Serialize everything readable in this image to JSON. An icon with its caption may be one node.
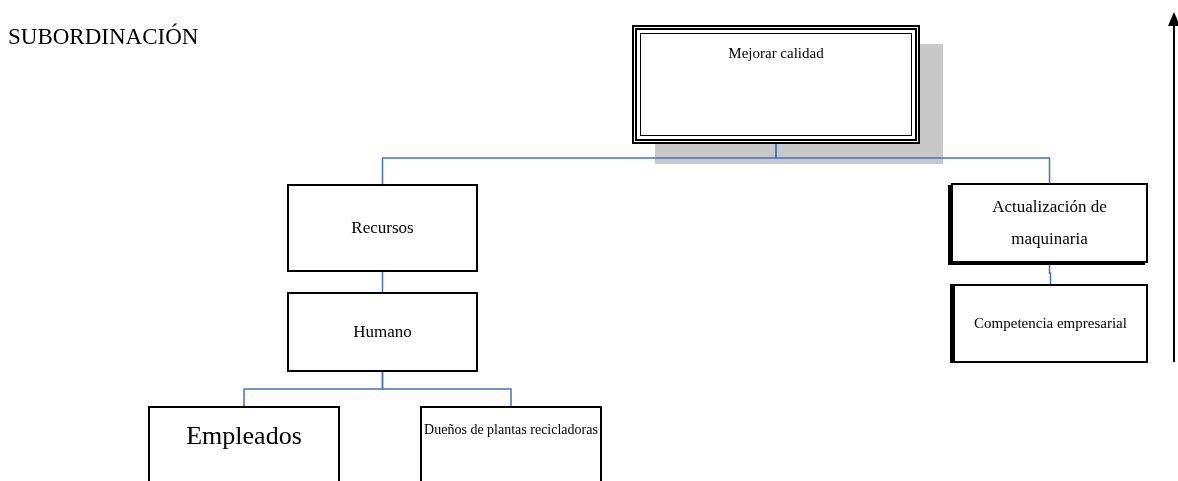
{
  "diagram": {
    "title": "SUBORDINACIÓN",
    "nodes": [
      {
        "text": [
          "Mejorar calidad"
        ]
      },
      {
        "text": [
          "Recursos"
        ]
      },
      {
        "text": [
          "Humano"
        ]
      },
      {
        "text": [
          "Empleados"
        ]
      },
      {
        "text": [
          "Dueños de plantas recicladoras"
        ]
      },
      {
        "text": [
          "Actualización de maquinaria"
        ]
      },
      {
        "text": [
          "Competencia empresarial"
        ]
      }
    ],
    "edges": [
      {
        "from": 0,
        "to": 1,
        "arrow": "none"
      },
      {
        "from": 0,
        "to": 5,
        "arrow": "none"
      },
      {
        "from": 1,
        "to": 2,
        "arrow": "none"
      },
      {
        "from": 2,
        "to": 3,
        "arrow": "none"
      },
      {
        "from": 2,
        "to": 4,
        "arrow": "none"
      },
      {
        "from": 5,
        "to": 6,
        "arrow": "none"
      }
    ]
  }
}
